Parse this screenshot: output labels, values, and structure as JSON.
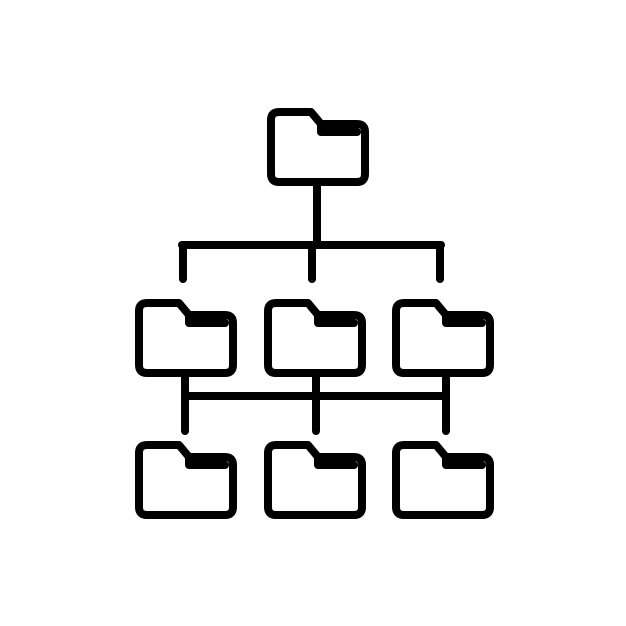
{
  "icon": {
    "name": "folder-hierarchy-icon",
    "stroke_color": "#000000",
    "background_color": "#ffffff"
  },
  "structure": {
    "root": {
      "name": "root-folder-icon"
    },
    "level_1": [
      {
        "name": "folder-icon-level1-left"
      },
      {
        "name": "folder-icon-level1-middle"
      },
      {
        "name": "folder-icon-level1-right"
      }
    ],
    "level_2": [
      {
        "name": "folder-icon-level2-left"
      },
      {
        "name": "folder-icon-level2-middle"
      },
      {
        "name": "folder-icon-level2-right"
      }
    ]
  }
}
